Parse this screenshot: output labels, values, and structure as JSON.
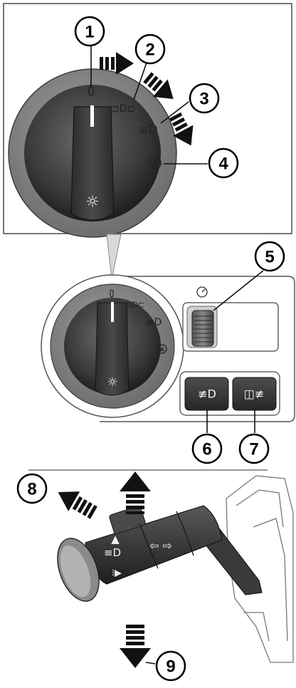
{
  "callouts": [
    "1",
    "2",
    "3",
    "4",
    "5",
    "6",
    "7",
    "8",
    "9"
  ],
  "icons": {
    "off_marker": "off-position-marker",
    "sidelight": "sidelight-icon",
    "headlight": "headlight-icon",
    "auto_headlight": "auto-headlight-icon",
    "instrument_dimmer": "instrument-illumination-icon",
    "front_fog": "front-fog-lamp-icon",
    "rear_fog": "rear-fog-lamp-icon",
    "dial_illumination": "dial-illumination-icon",
    "stalk_main_beam": "main-beam-icon",
    "stalk_flash": "headlight-flash-icon",
    "stalk_indicators": "turn-indicator-arrows-icon"
  },
  "colors": {
    "switch_dark": "#3d3d3d",
    "bezel": "#8a8a8a",
    "arrow": "#111111",
    "panel_outline": "#555555"
  }
}
